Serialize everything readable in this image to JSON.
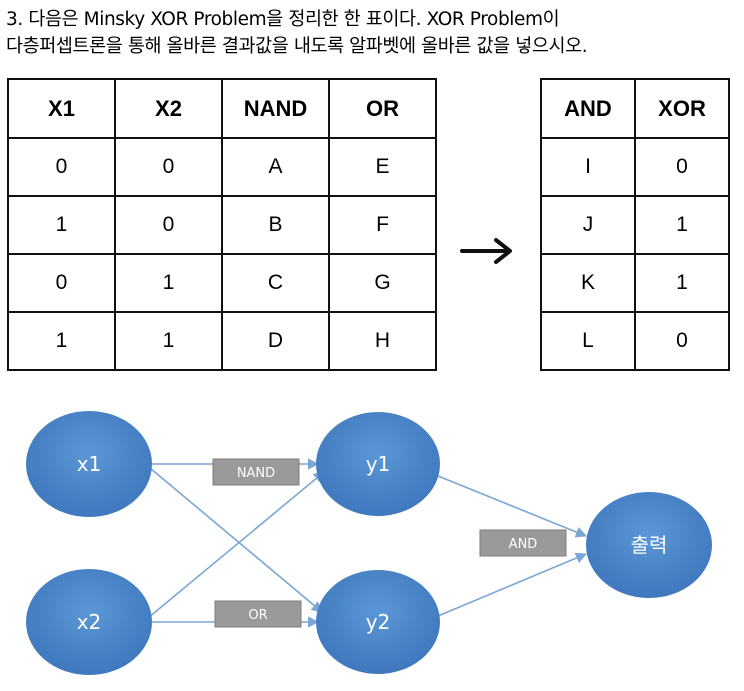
{
  "question": {
    "line1": "3. 다음은 Minsky XOR Problem을 정리한 한 표이다. XOR Problem이",
    "line2": "다층퍼셉트론을 통해 올바른 결과값을 내도록 알파벳에 올바른 값을 넣으시오."
  },
  "left_table": {
    "headers": [
      "X1",
      "X2",
      "NAND",
      "OR"
    ],
    "rows": [
      [
        "0",
        "0",
        "A",
        "E"
      ],
      [
        "1",
        "0",
        "B",
        "F"
      ],
      [
        "0",
        "1",
        "C",
        "G"
      ],
      [
        "1",
        "1",
        "D",
        "H"
      ]
    ]
  },
  "right_table": {
    "headers": [
      "AND",
      "XOR"
    ],
    "rows": [
      [
        "I",
        "0"
      ],
      [
        "J",
        "1"
      ],
      [
        "K",
        "1"
      ],
      [
        "L",
        "0"
      ]
    ]
  },
  "arrow": {
    "symbol": "→"
  },
  "diagram": {
    "nodes": {
      "x1": "x1",
      "x2": "x2",
      "y1": "y1",
      "y2": "y2",
      "output": "출력"
    },
    "gates": {
      "nand": "NAND",
      "or": "OR",
      "and": "AND"
    },
    "colors": {
      "node_fill": "#4a86c8",
      "edge": "#7aa6d6",
      "gate_fill": "#9a9a9a"
    }
  }
}
